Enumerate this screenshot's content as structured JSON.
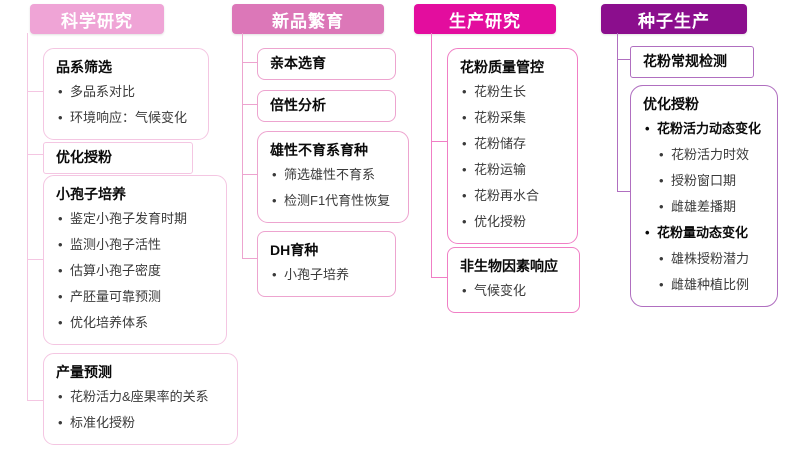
{
  "diagram": {
    "columns": [
      {
        "header": "科学研究",
        "colors": {
          "header_bg": "#efa4d6",
          "line": "#f4c6e2"
        },
        "boxes": [
          {
            "title": "品系筛选",
            "bullets": [
              "多品系对比",
              "环境响应：气候变化"
            ]
          },
          {
            "title": "优化授粉",
            "bullets": []
          },
          {
            "title": "小孢子培养",
            "bullets": [
              "鉴定小孢子发育时期",
              "监测小孢子活性",
              "估算小孢子密度",
              "产胚量可靠预测",
              "优化培养体系"
            ]
          },
          {
            "title": "产量预测",
            "bullets": [
              "花粉活力&座果率的关系",
              "标准化授粉"
            ]
          }
        ]
      },
      {
        "header": "新品繁育",
        "colors": {
          "header_bg": "#dc77b8",
          "line": "#eda4cf"
        },
        "boxes": [
          {
            "title": "亲本选育",
            "bullets": []
          },
          {
            "title": "倍性分析",
            "bullets": []
          },
          {
            "title": "雄性不育系育种",
            "bullets": [
              "筛选雄性不育系",
              "检测F1代育性恢复"
            ]
          },
          {
            "title": "DH育种",
            "bullets": [
              "小孢子培养"
            ]
          }
        ]
      },
      {
        "header": "生产研究",
        "colors": {
          "header_bg": "#e30d9e",
          "line": "#f07fc5"
        },
        "boxes": [
          {
            "title": "花粉质量管控",
            "bullets": [
              "花粉生长",
              "花粉采集",
              "花粉储存",
              "花粉运输",
              "花粉再水合",
              "优化授粉"
            ]
          },
          {
            "title": "非生物因素响应",
            "bullets": [
              "气候变化"
            ]
          }
        ]
      },
      {
        "header": "种子生产",
        "colors": {
          "header_bg": "#8b0e8d",
          "line": "#b06fc0"
        },
        "boxes": [
          {
            "title": "花粉常规检测",
            "bullets": []
          },
          {
            "title": "优化授粉",
            "items": [
              {
                "text": "花粉活力动态变化",
                "level": 1,
                "bold": true
              },
              {
                "text": "花粉活力时效",
                "level": 2
              },
              {
                "text": "授粉窗口期",
                "level": 2
              },
              {
                "text": "雌雄差播期",
                "level": 2
              },
              {
                "text": "花粉量动态变化",
                "level": 1,
                "bold": true
              },
              {
                "text": "雄株授粉潜力",
                "level": 2
              },
              {
                "text": "雌雄种植比例",
                "level": 2
              }
            ]
          }
        ]
      }
    ]
  }
}
